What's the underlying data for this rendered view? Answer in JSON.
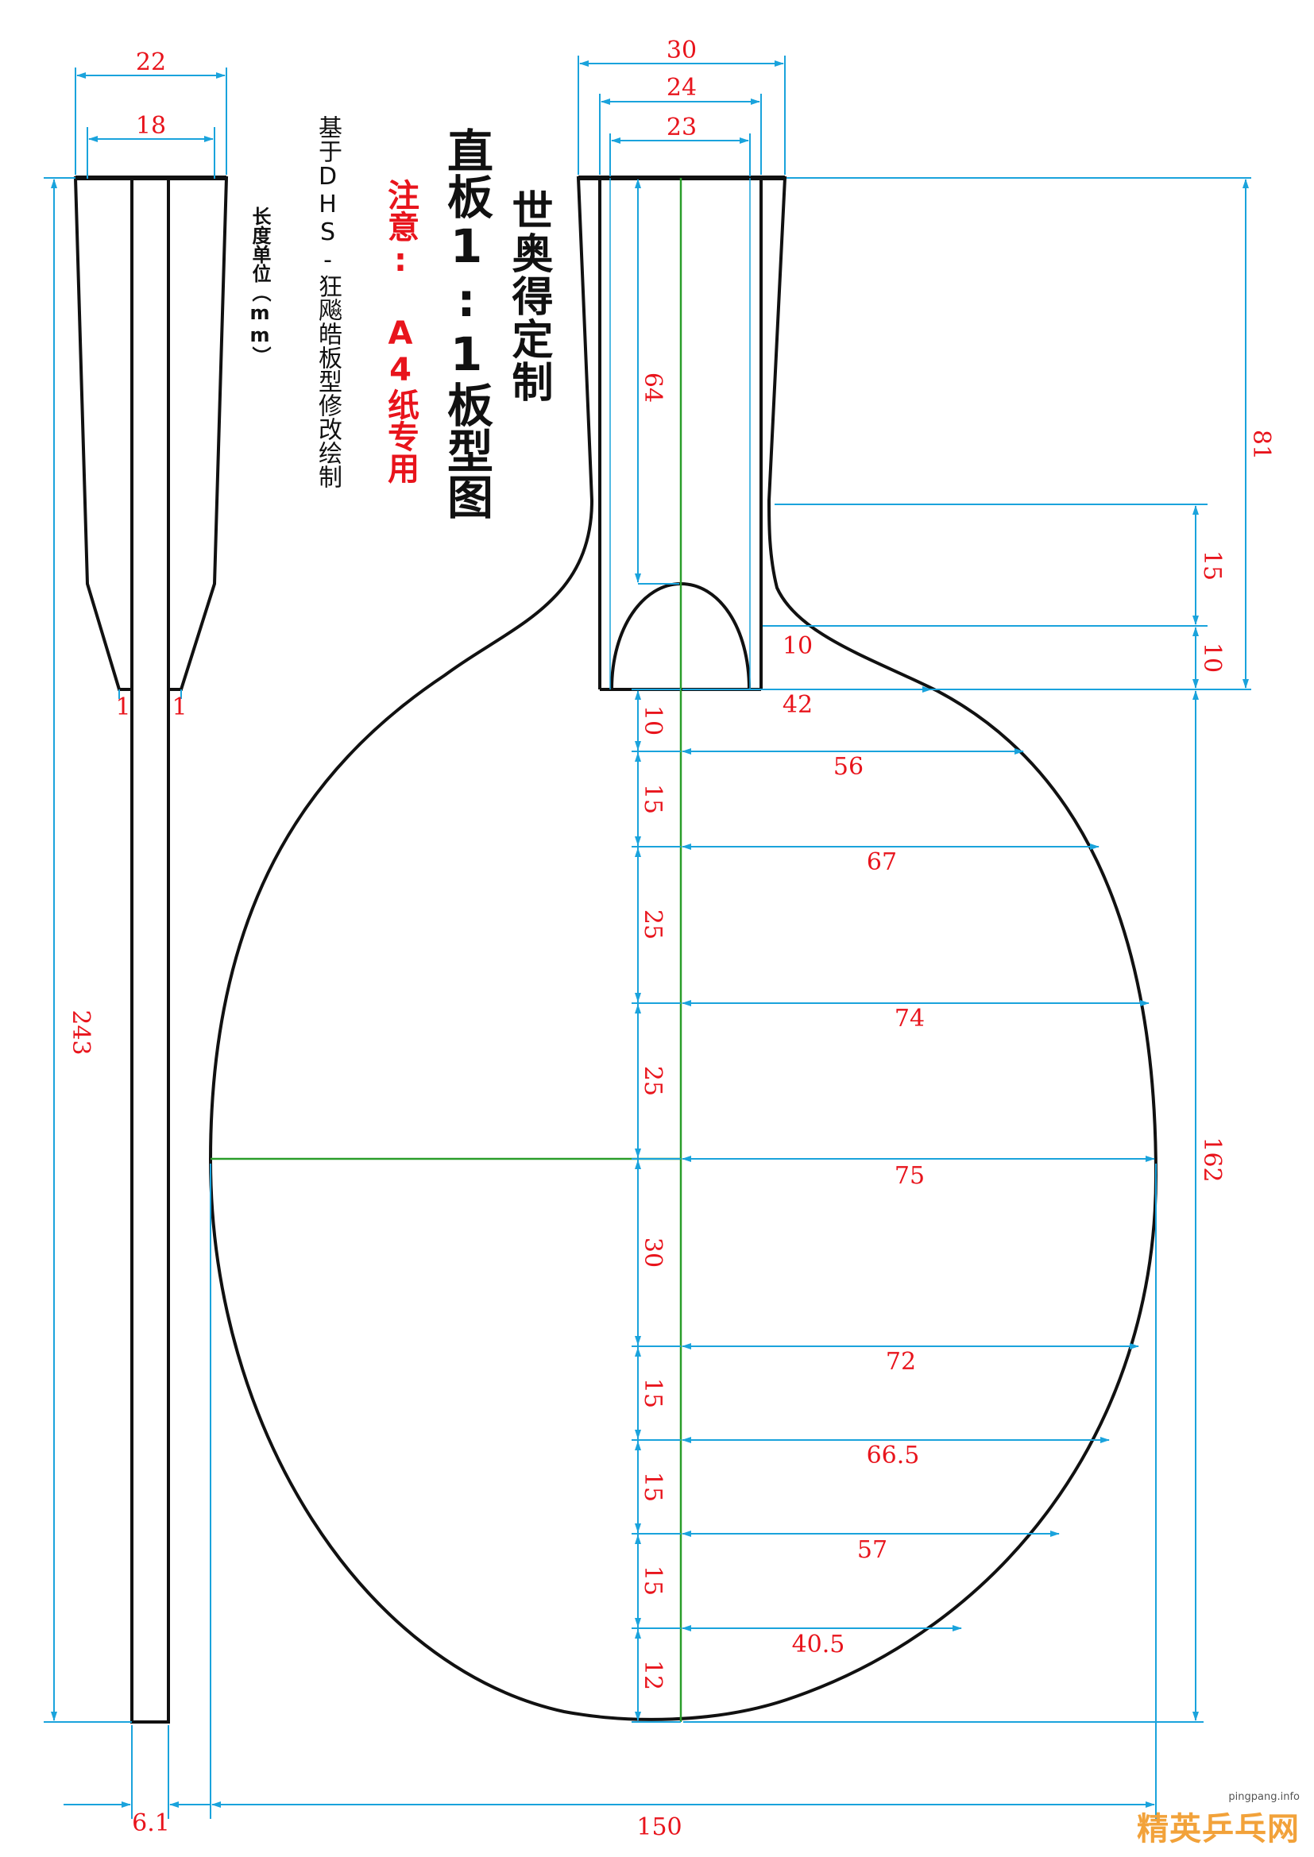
{
  "title": {
    "line1": "世奥得定制",
    "line2": "直板1:1板型图",
    "note": "注意: A4纸专用",
    "source": "基于DHS-狂飚皓板型修改绘制",
    "unit": "长度单位（mm）"
  },
  "side_view": {
    "top_outer_width": "22",
    "top_inner_width": "18",
    "total_length": "243",
    "left_step": "1",
    "right_step": "1",
    "thickness": "6.1"
  },
  "handle": {
    "outer_width": "30",
    "mid_width": "24",
    "inner_width": "23",
    "slot_depth": "64",
    "handle_length": "81",
    "neck_15": "15",
    "neck_10_v": "10",
    "neck_10_h": "10"
  },
  "blade": {
    "total_height": "162",
    "total_width": "150",
    "vertical_segments": [
      "10",
      "15",
      "25",
      "25",
      "30",
      "15",
      "15",
      "15",
      "12"
    ],
    "half_widths": [
      "42",
      "56",
      "67",
      "74",
      "75",
      "72",
      "66.5",
      "57",
      "40.5"
    ]
  },
  "watermark": {
    "url": "pingpang.info",
    "brand": "精英乒乓网"
  },
  "colors": {
    "dimension_line": "#1aa3dc",
    "dimension_text": "#e8141c",
    "outline": "#111111",
    "center_line": "#2a9d2a"
  }
}
